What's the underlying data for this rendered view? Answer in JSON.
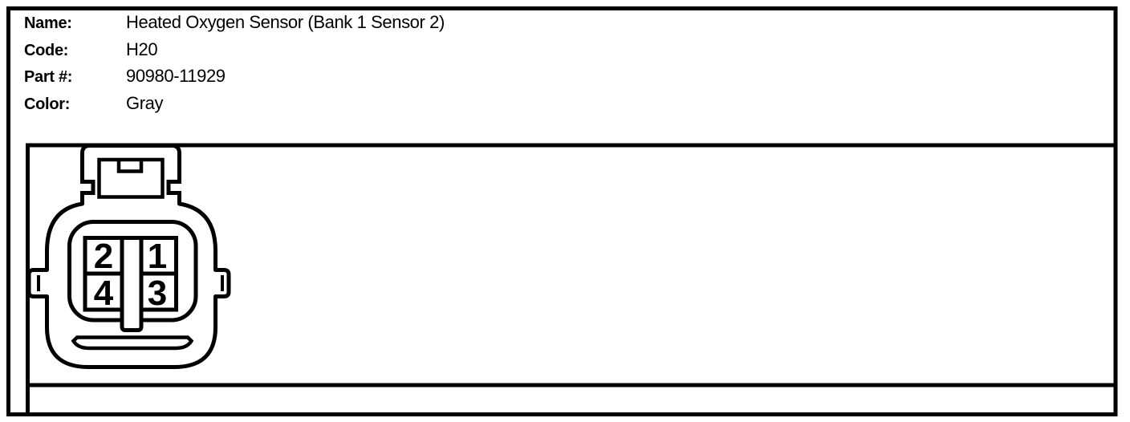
{
  "window": {
    "background_color": "#ffffff",
    "line_color": "#000000"
  },
  "info_panel": {
    "fields": [
      {
        "label": "Name:",
        "value": "Heated Oxygen Sensor (Bank 1 Sensor 2)"
      },
      {
        "label": "Code:",
        "value": "H20"
      },
      {
        "label": "Part #:",
        "value": "90980-11929"
      },
      {
        "label": "Color:",
        "value": "Gray"
      }
    ]
  },
  "diagram": {
    "connector": {
      "view": "4-pin connector face view",
      "pins": [
        {
          "position": "top-left",
          "number": "2"
        },
        {
          "position": "top-right",
          "number": "1"
        },
        {
          "position": "bottom-left",
          "number": "4"
        },
        {
          "position": "bottom-right",
          "number": "3"
        }
      ]
    }
  }
}
